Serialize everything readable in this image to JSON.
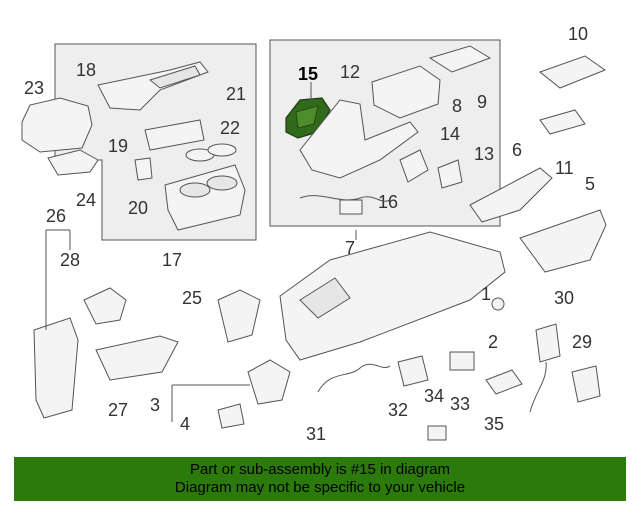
{
  "labels": {
    "p1": "1",
    "p2": "2",
    "p3": "3",
    "p4": "4",
    "p5": "5",
    "p6": "6",
    "p7": "7",
    "p8": "8",
    "p9": "9",
    "p10": "10",
    "p11": "11",
    "p12": "12",
    "p13": "13",
    "p14": "14",
    "p15": "15",
    "p16": "16",
    "p17": "17",
    "p18": "18",
    "p19": "19",
    "p20": "20",
    "p21": "21",
    "p22": "22",
    "p23": "23",
    "p24": "24",
    "p25": "25",
    "p26": "26",
    "p27": "27",
    "p28": "28",
    "p29": "29",
    "p30": "30",
    "p31": "31",
    "p32": "32",
    "p33": "33",
    "p34": "34",
    "p35": "35"
  },
  "highlight": {
    "part": "15",
    "color": "#2f6b1a"
  },
  "banner": {
    "line1": "Part or sub-assembly is #15 in diagram",
    "line2": "Diagram may not be specific to your vehicle",
    "color": "#2b7a0b"
  }
}
